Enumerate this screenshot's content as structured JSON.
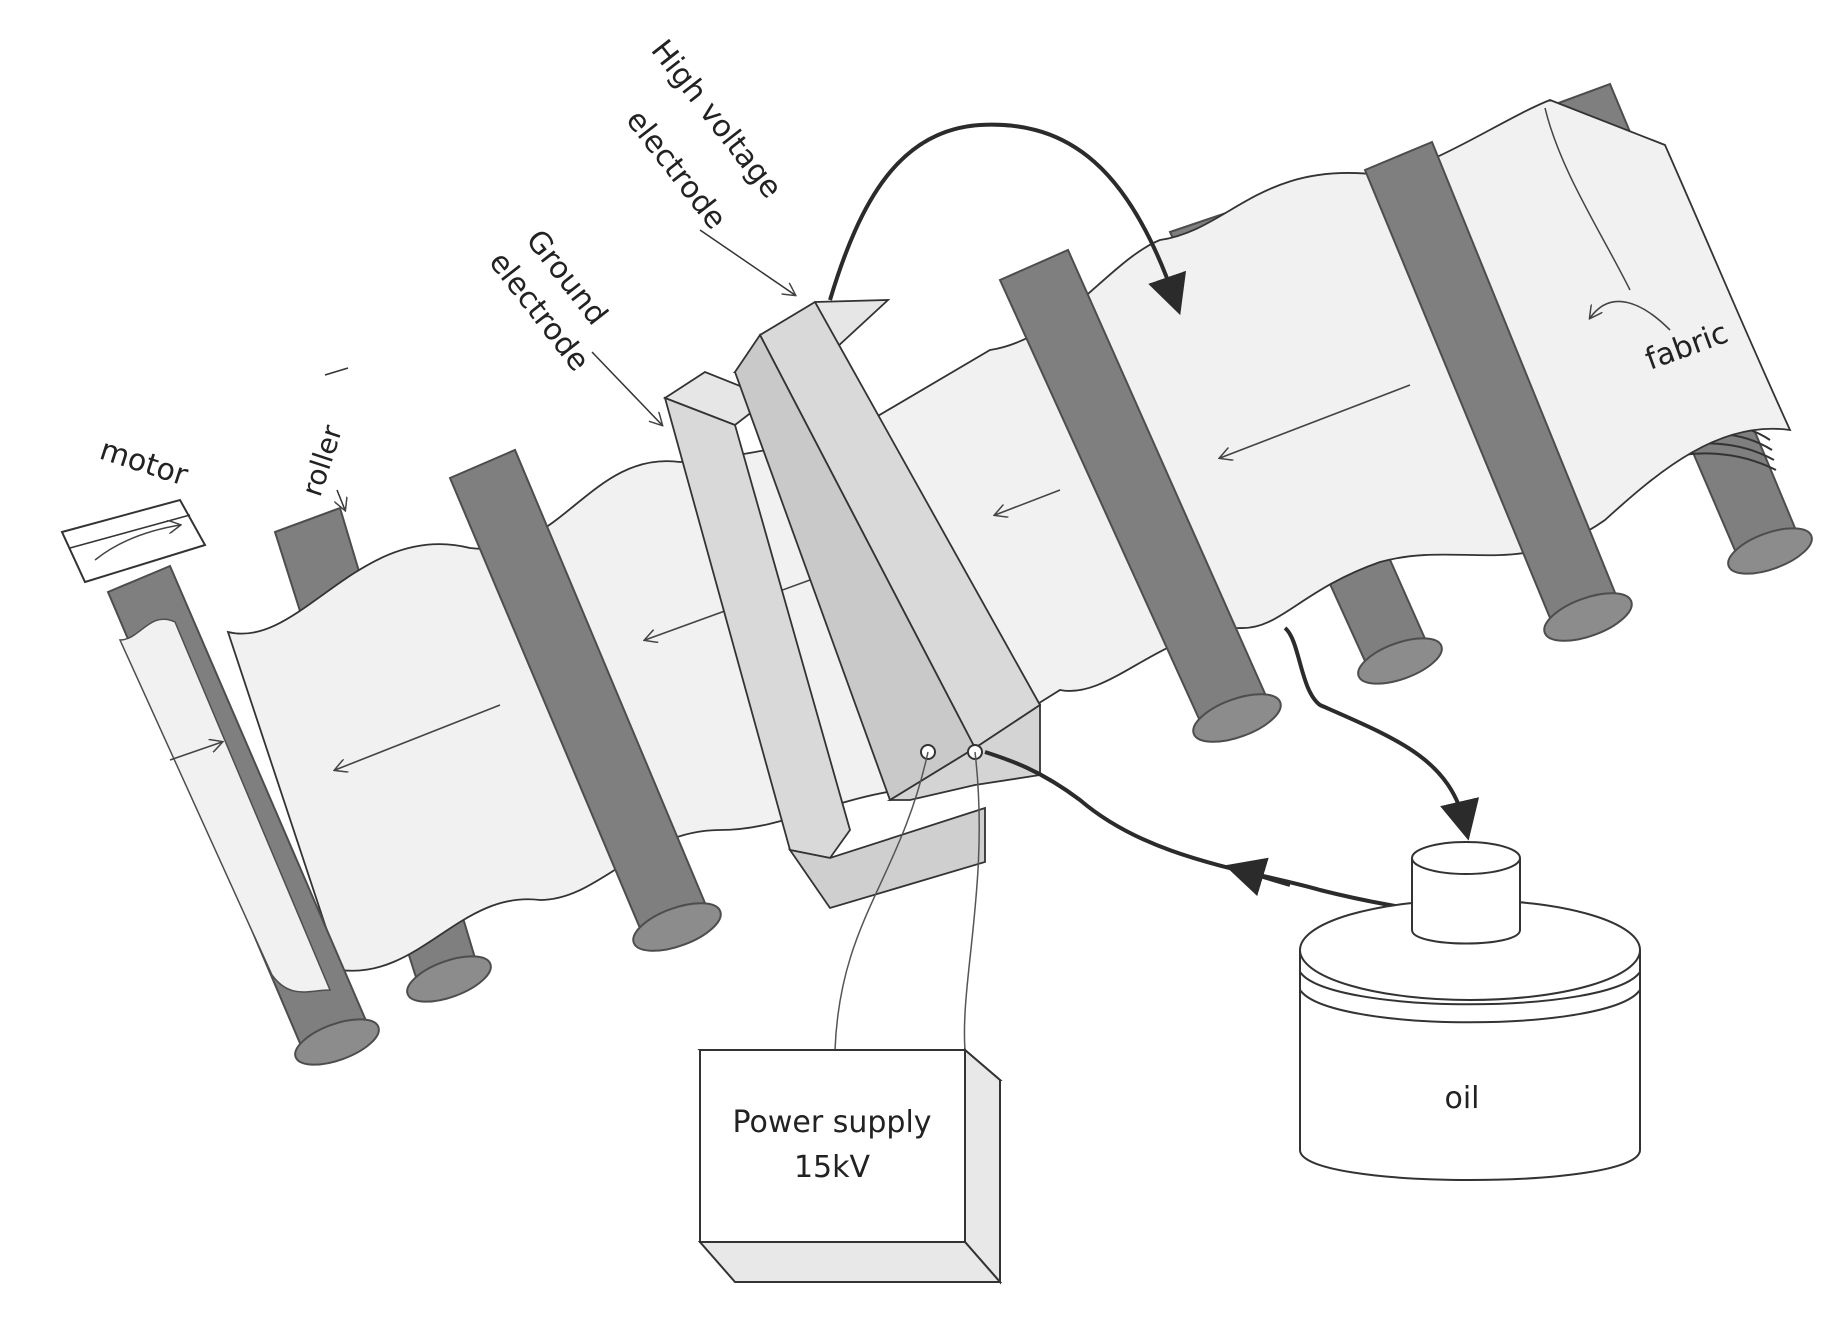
{
  "labels": {
    "motor": "motor",
    "roller": "roller",
    "ground_electrode_line1": "Ground",
    "ground_electrode_line2": "electrode",
    "high_voltage_line1": "High voltage",
    "high_voltage_line2": "electrode",
    "fabric": "fabric",
    "power_supply_line1": "Power  supply",
    "power_supply_line2": "15kV",
    "oil": "oil"
  },
  "colors": {
    "roller_dark": "#7f7f7f",
    "roller_edge": "#4d4d4d",
    "fabric_fill": "#f1f1f1",
    "electrode_fill": "#d9d9d9",
    "outline": "#333333",
    "pipe": "#2b2b2b"
  }
}
